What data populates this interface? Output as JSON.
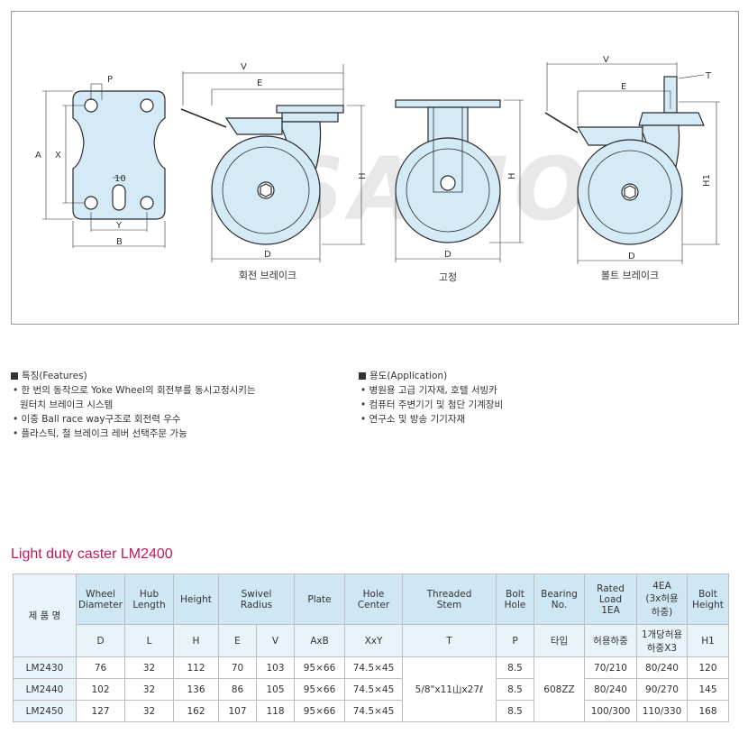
{
  "watermark": "SAMO",
  "diagrams": {
    "plate": {
      "labels": {
        "p": "P",
        "a": "A",
        "x": "X",
        "ten": "10",
        "y": "Y",
        "b": "B"
      }
    },
    "swivel": {
      "labels": {
        "v": "V",
        "e": "E",
        "h": "H",
        "d": "D"
      },
      "caption": "회전 브레이크"
    },
    "fixed": {
      "labels": {
        "h": "H",
        "d": "D"
      },
      "caption": "고정"
    },
    "bolt": {
      "labels": {
        "v": "V",
        "t": "T",
        "e": "E",
        "h1": "H1",
        "d": "D"
      },
      "caption": "볼트 브레이크"
    }
  },
  "features": {
    "title": "특징(Features)",
    "items": [
      {
        "line1": "한 번의 동작으로 Yoke Wheel의 회전부를 동시고정시키는",
        "line2": "원터치 브레이크 시스템"
      },
      {
        "line1": "이중 Ball race way구조로 회전력 우수",
        "line2": ""
      },
      {
        "line1": "플라스틱, 철 브레이크 레버 선택주문 가능",
        "line2": ""
      }
    ]
  },
  "application": {
    "title": "용도(Application)",
    "items": [
      "병원용 고급 기자재, 호텔 서빙카",
      "컴퓨터 주변기기 및 첨단 기계장비",
      "연구소 및 방송 기기자재"
    ]
  },
  "table": {
    "title": "Light duty caster LM2400",
    "head": {
      "name": "제 품 명",
      "wheel": [
        "Wheel",
        "Diameter"
      ],
      "hub": [
        "Hub",
        "Length"
      ],
      "height": "Height",
      "swivel": [
        "Swivel",
        "Radius"
      ],
      "plate": "Plate",
      "hole": [
        "Hole",
        "Center"
      ],
      "stem": [
        "Threaded",
        "Stem"
      ],
      "bolt_hole": [
        "Bolt",
        "Hole"
      ],
      "bearing": [
        "Bearing",
        "No."
      ],
      "rated": [
        "Rated",
        "Load",
        "1EA"
      ],
      "fourea": [
        "4EA",
        "(3x허용",
        "하중)"
      ],
      "bolt_height": [
        "Bolt",
        "Height"
      ]
    },
    "sub": {
      "d": "D",
      "l": "L",
      "h": "H",
      "e": "E",
      "v": "V",
      "axb": "AxB",
      "xxy": "XxY",
      "t": "T",
      "p": "P",
      "type": "타입",
      "load": "허용하중",
      "load4": [
        "1개당허용",
        "하중X3"
      ],
      "h1": "H1"
    },
    "rows": [
      {
        "name": "LM2430",
        "d": "76",
        "l": "32",
        "h": "112",
        "e": "70",
        "v": "103",
        "axb": "95×66",
        "xxy": "74.5×45",
        "p": "8.5",
        "rated": "70/210",
        "four": "80/240",
        "h1": "120"
      },
      {
        "name": "LM2440",
        "d": "102",
        "l": "32",
        "h": "136",
        "e": "86",
        "v": "105",
        "axb": "95×66",
        "xxy": "74.5×45",
        "p": "8.5",
        "rated": "80/240",
        "four": "90/270",
        "h1": "145"
      },
      {
        "name": "LM2450",
        "d": "127",
        "l": "32",
        "h": "162",
        "e": "107",
        "v": "118",
        "axb": "95×66",
        "xxy": "74.5×45",
        "p": "8.5",
        "rated": "100/300",
        "four": "110/330",
        "h1": "168"
      }
    ],
    "stem_value": "5/8\"x11山x27ℓ",
    "bearing_value": "608ZZ"
  },
  "colors": {
    "accent": "#c2185b",
    "part_fill": "#d4eaf7",
    "part_stroke": "#2b2b2b",
    "header_fill": "#cfe6f5"
  }
}
